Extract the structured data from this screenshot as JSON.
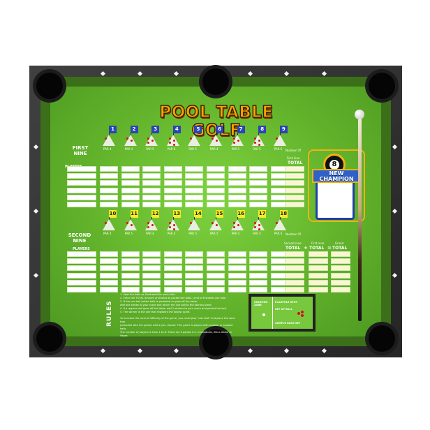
{
  "header": {
    "title": "POOL TABLE GOLF"
  },
  "front_nine": {
    "label": "FIRST NINE",
    "holes": [
      "1",
      "2",
      "3",
      "4",
      "5",
      "6",
      "7",
      "8",
      "9"
    ],
    "pars": [
      "PAR 4",
      "PAR 4",
      "PAR 5",
      "PAR 6",
      "PAR 5",
      "PAR 4",
      "PAR 5",
      "PAR 5",
      "PAR 6"
    ],
    "players_header": "PLAYERS",
    "total_header": "TOTAL",
    "number_header": "Number Of",
    "first_nine_header": "First nine"
  },
  "back_nine": {
    "label": "SECOND NINE",
    "holes": [
      "10",
      "11",
      "12",
      "13",
      "14",
      "15",
      "16",
      "17",
      "18"
    ],
    "pars": [
      "PAR 4",
      "PAR 5",
      "PAR 4",
      "PAR 4",
      "PAR 5",
      "PAR 5",
      "PAR 4",
      "PAR 5",
      "PAR 6"
    ],
    "players_header": "PLAYERS",
    "total_1": "TOTAL",
    "total_2": "TOTAL",
    "total_3": "TOTAL",
    "plus": "+",
    "equals": "=",
    "second_nine_header": "Second nine",
    "first_nine_header": "First nine",
    "grand_header": "Grand",
    "number_header": "Number Of"
  },
  "champion": {
    "ball_number": "8",
    "line1": "NEW",
    "line2": "CHAMPION"
  },
  "rules": {
    "title": "RULES",
    "lines": [
      "1. Spot the balls as illustrated for each hole.",
      "2. Enter the TOTAL amount of strokes to pocket the balls. Limit of 8 strokes per hole.",
      "3. If the cue ball (white ball) is pocketed or goes off the table,",
      "   add one stroke to your score and return the cue ball to the starting zone.",
      "4. If a regular ball goes off the table, add 2 strokes to your score and pocket the ball.",
      "5. The winner is the one that registers the lowest score.",
      "To increase the level of difficulty of the game, you could play \"call shot\" and place the sand trap",
      "(provided with the game) where you choose. This game is played with snooker or snooker balls.",
      "The number of players is from 1 to 8. There are 3 games in 1: Individuals, Skins Game or Vegas."
    ]
  },
  "diagram": {
    "starting_zone": "STARTING ZONE",
    "label_a": "FLAGPOLE SPOT",
    "label_b": "SET UP BALL",
    "label_c": "SAMPLE RACK SET"
  },
  "colors": {
    "felt": "#62b32b",
    "title": "#f6a400",
    "hole_front": "#2b44b8",
    "hole_back": "#f3ec28"
  }
}
